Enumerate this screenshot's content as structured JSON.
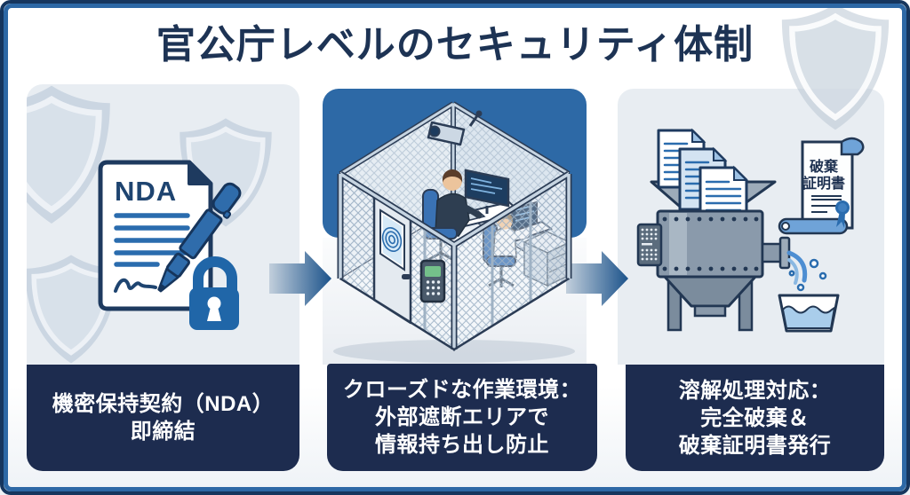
{
  "title": "官公庁レベルのセキュリティ体制",
  "colors": {
    "frame_outer": "#16365e",
    "frame_inner": "#2d68a5",
    "title_text": "#1d3354",
    "caption_bg": "#1d2c4f",
    "caption_text": "#ffffff",
    "panel_light_bg": "#e8edf2",
    "panel_blue_bg": "#2d69a6",
    "arrow_gradient_start": "#c2cfdc",
    "arrow_gradient_end": "#1c538b",
    "illustration_blue": "#2a6cae",
    "illustration_navy": "#1e3a5f"
  },
  "steps": [
    {
      "illustration": "nda-document-with-pen-and-padlock",
      "document_label": "NDA",
      "caption_lines": [
        "機密保持契約（NDA）",
        "即締結"
      ]
    },
    {
      "illustration": "isometric-secure-cage-workroom",
      "caption_lines": [
        "クローズドな作業環境：",
        "外部遮断エリアで",
        "情報持ち出し防止"
      ]
    },
    {
      "illustration": "document-dissolution-machine-with-certificate",
      "certificate_label_lines": [
        "破棄",
        "証明書"
      ],
      "caption_lines": [
        "溶解処理対応：",
        "完全破棄＆",
        "破棄証明書発行"
      ]
    }
  ]
}
